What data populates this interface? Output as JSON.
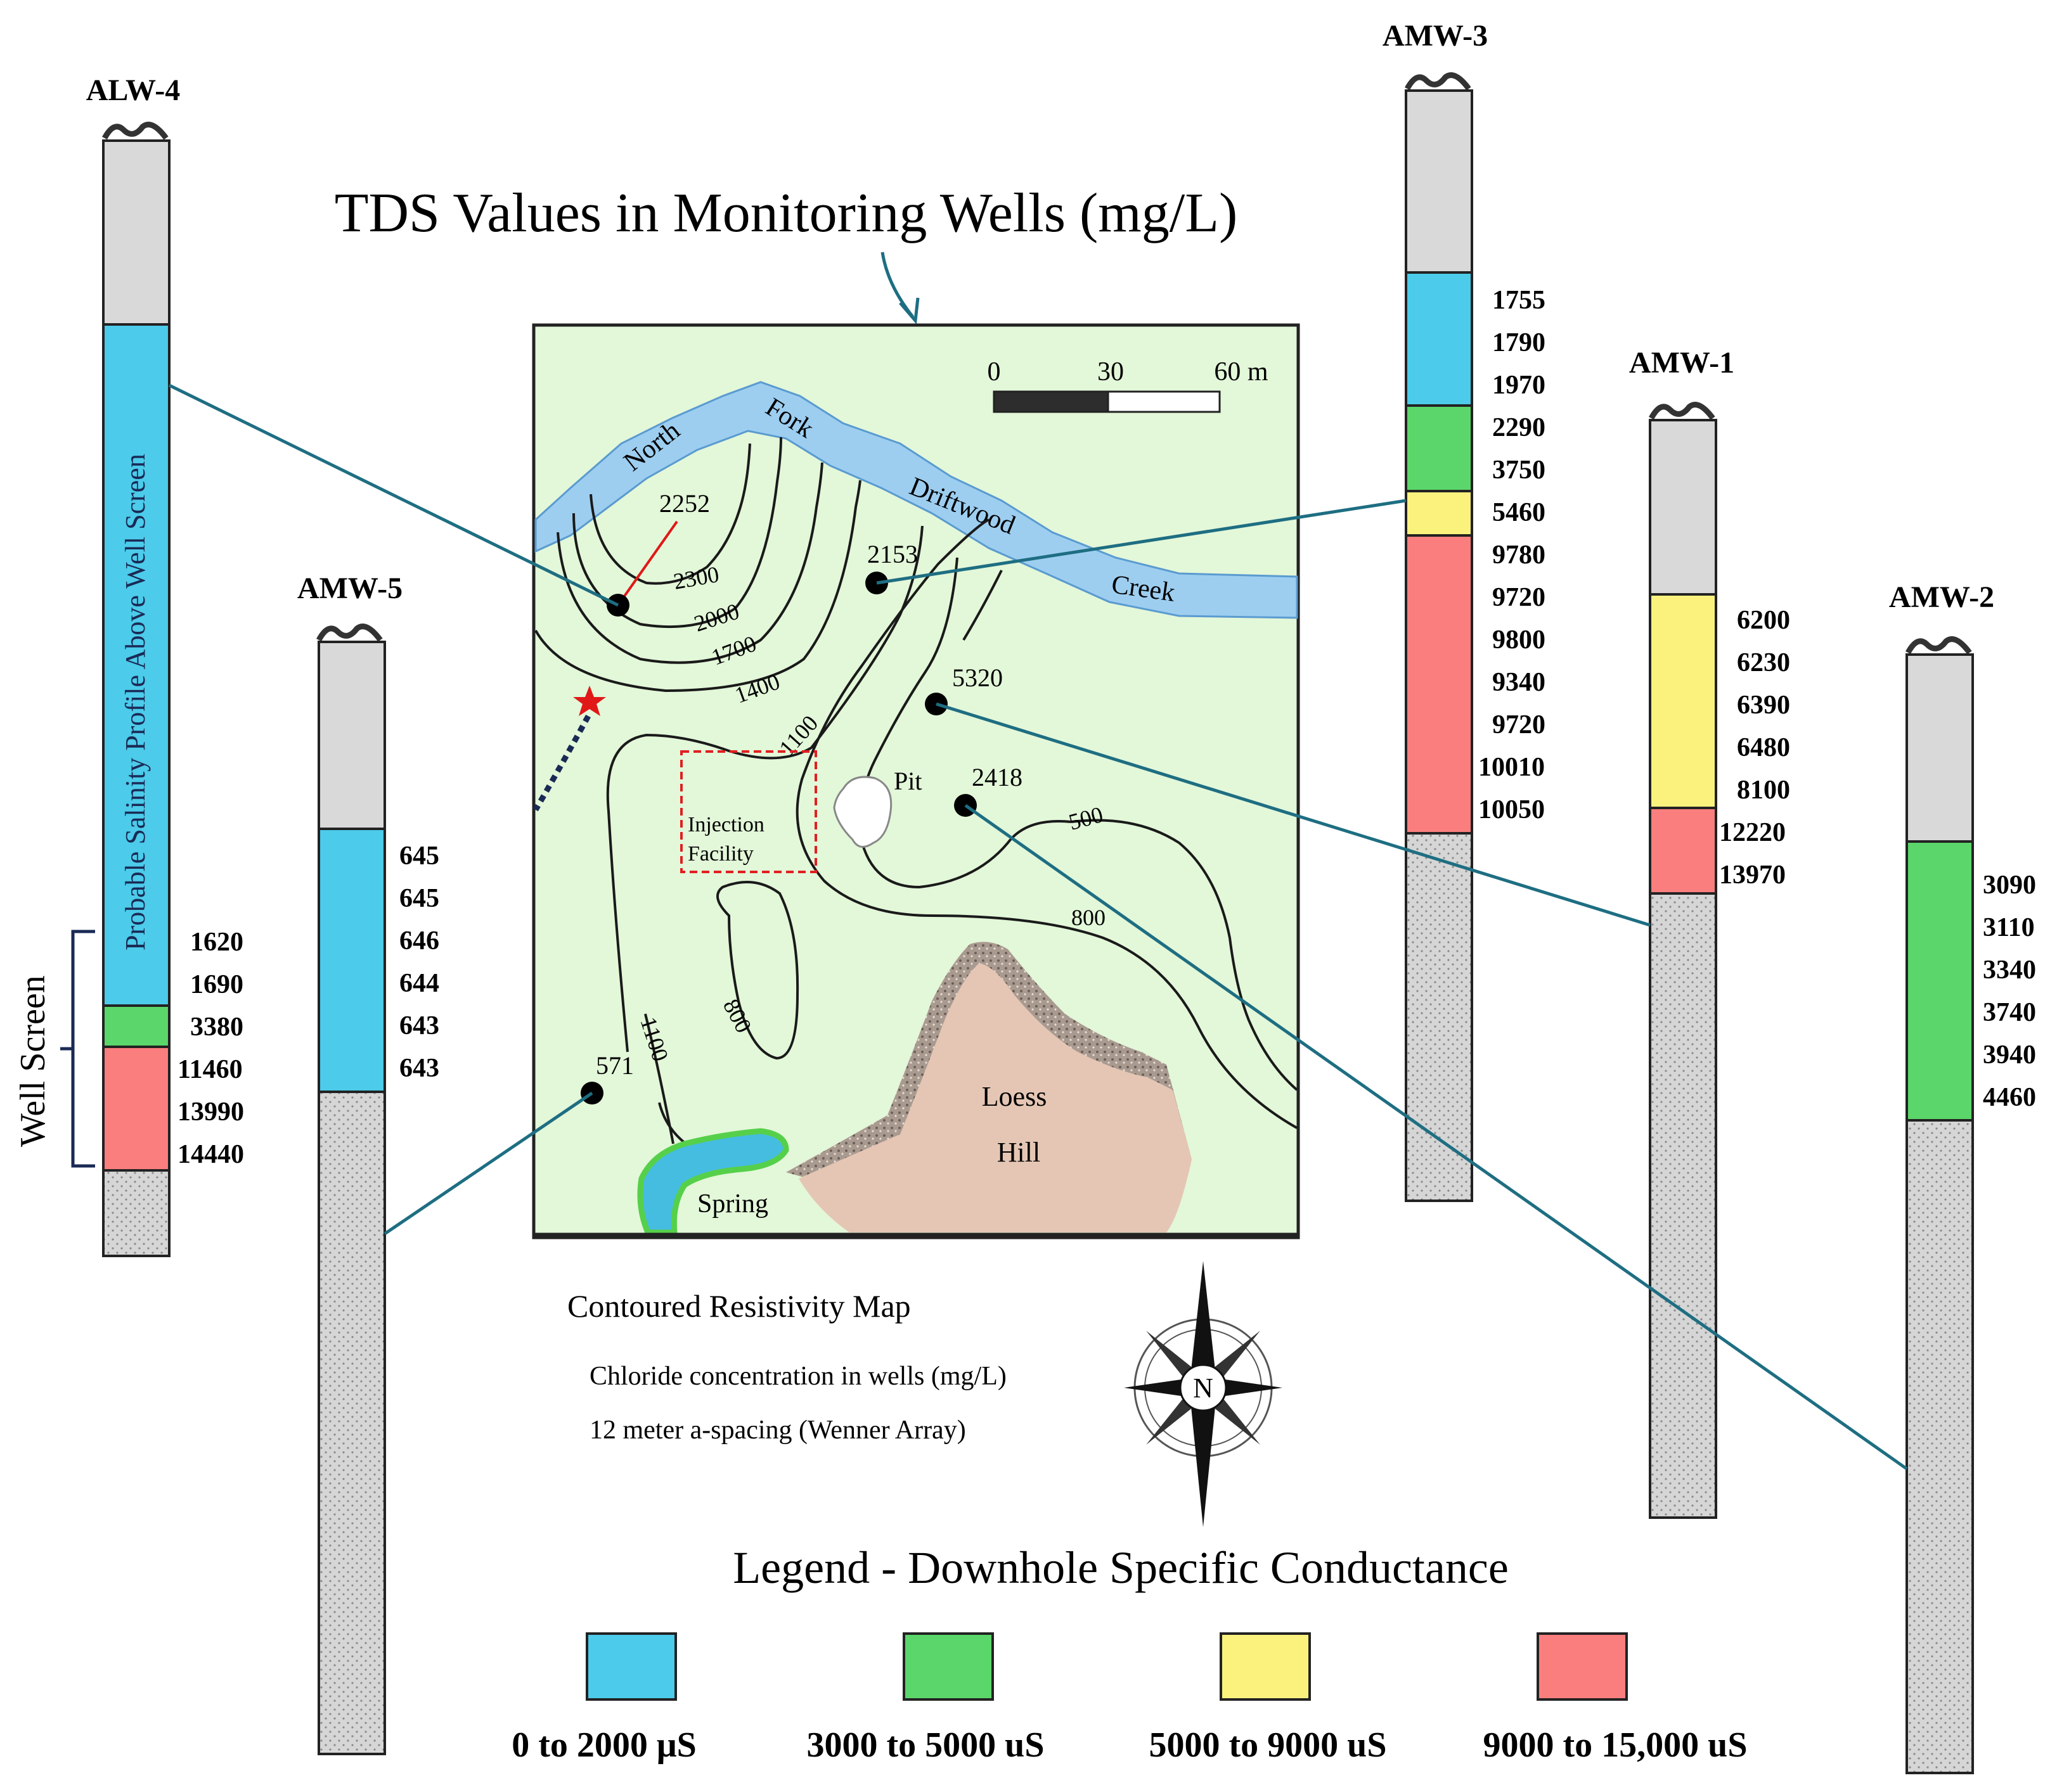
{
  "title": "TDS Values in Monitoring Wells (mg/L)",
  "colors": {
    "fresh": "#4ccbea",
    "moderate": "#5bd66a",
    "elevated": "#fbf27e",
    "high": "#fb7e7e",
    "casing": "#d9d9d9",
    "map_bg": "#e3f7d9",
    "creek": "#9dcef0",
    "hill": "#e5c6b4",
    "leader": "#1e6e82"
  },
  "wells": [
    {
      "id": "alw4",
      "name": "ALW-4",
      "values": [
        "1620",
        "1690",
        "3380",
        "11460",
        "13990",
        "14440"
      ],
      "annotation": "Probable Salinity Profile Above Well Screen",
      "bracket_label": "Well Screen"
    },
    {
      "id": "amw5",
      "name": "AMW-5",
      "values": [
        "645",
        "645",
        "646",
        "644",
        "643",
        "643"
      ]
    },
    {
      "id": "amw3",
      "name": "AMW-3",
      "values": [
        "1755",
        "1790",
        "1970",
        "2290",
        "3750",
        "5460",
        "9780",
        "9720",
        "9800",
        "9340",
        "9720",
        "10010",
        "10050"
      ]
    },
    {
      "id": "amw1",
      "name": "AMW-1",
      "values": [
        "6200",
        "6230",
        "6390",
        "6480",
        "8100",
        "12220",
        "13970"
      ]
    },
    {
      "id": "amw2",
      "name": "AMW-2",
      "values": [
        "3090",
        "3110",
        "3340",
        "3740",
        "3940",
        "4460"
      ]
    }
  ],
  "map": {
    "scale_labels": [
      "0",
      "30",
      "60 m"
    ],
    "creek_words": [
      "North",
      "Fork",
      "Driftwood",
      "Creek"
    ],
    "contours": [
      "2300",
      "2000",
      "1700",
      "1400",
      "1100",
      "500",
      "800",
      "800",
      "1100"
    ],
    "chloride": [
      "2252",
      "2153",
      "5320",
      "2418",
      "571"
    ],
    "features": {
      "injection_line1": "Injection",
      "injection_line2": "Facility",
      "pit": "Pit",
      "loess1": "Loess",
      "loess2": "Hill",
      "spring": "Spring"
    },
    "info": {
      "title": "Contoured Resistivity  Map",
      "line1": "Chloride concentration  in wells (mg/L)",
      "line2": "12 meter a-spacing (Wenner Array)"
    },
    "compass_label": "N"
  },
  "legend": {
    "title": "Legend - Downhole Specific Conductance",
    "items": [
      {
        "label": "0 to 2000 μS",
        "color": "#4ccbea"
      },
      {
        "label": "3000 to 5000 uS",
        "color": "#5bd66a"
      },
      {
        "label": "5000 to 9000 uS",
        "color": "#fbf27e"
      },
      {
        "label": "9000 to 15,000 uS",
        "color": "#fb7e7e"
      }
    ]
  }
}
